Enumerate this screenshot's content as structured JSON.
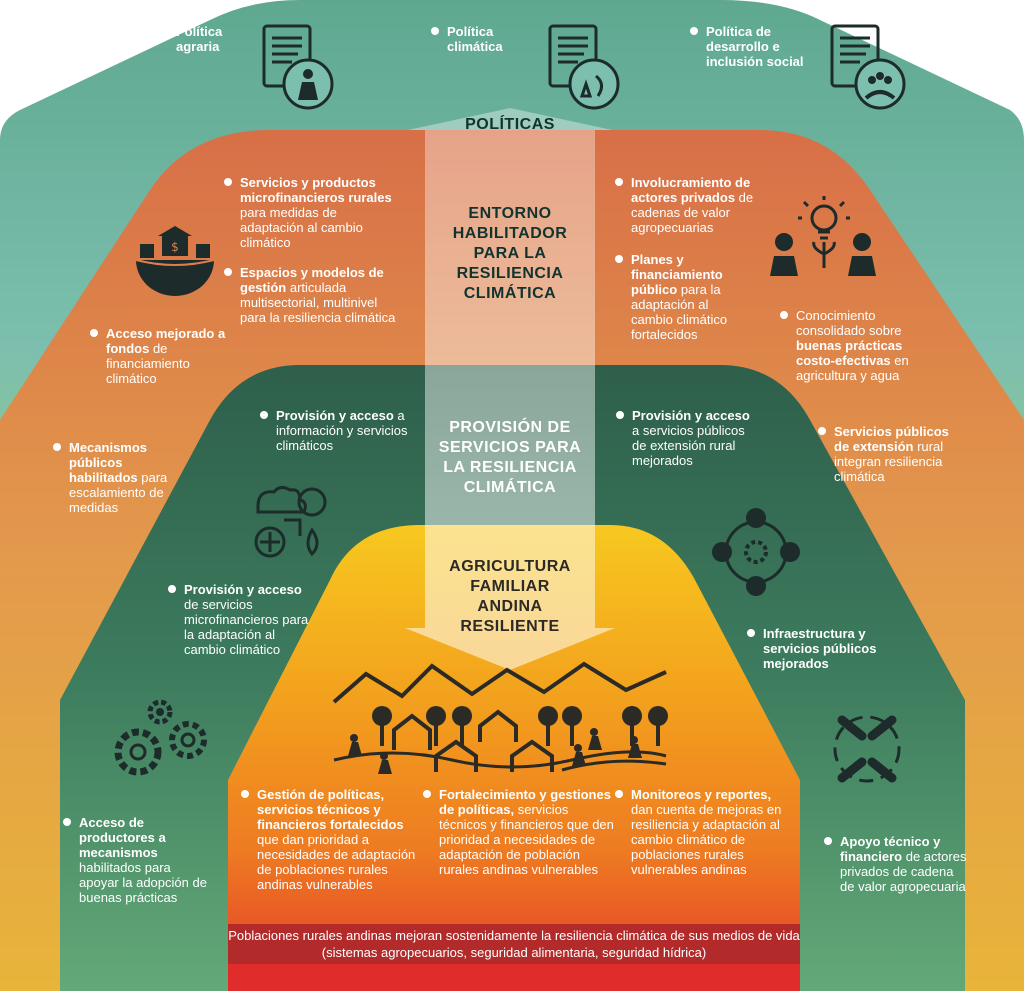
{
  "headings": {
    "politicas": "POLÍTICAS",
    "entorno": [
      "ENTORNO",
      "HABILITADOR",
      "PARA LA",
      "RESILIENCIA",
      "CLIMÁTICA"
    ],
    "provision": [
      "PROVISIÓN DE",
      "SERVICIOS PARA",
      "LA RESILIENCIA",
      "CLIMÁTICA"
    ],
    "agricultura": [
      "AGRICULTURA",
      "FAMILIAR",
      "ANDINA",
      "RESILIENTE"
    ]
  },
  "policies": [
    {
      "bold": [
        "Política",
        "agraria"
      ],
      "icon": "farmer-document-icon"
    },
    {
      "bold": [
        "Política",
        "climática"
      ],
      "icon": "nature-document-icon"
    },
    {
      "bold": [
        "Política de",
        "desarrollo e",
        "inclusión social"
      ],
      "icon": "community-document-icon"
    }
  ],
  "entorno_items": {
    "servicios_micro": {
      "bold": "Servicios y productos microfinancieros rurales",
      "normal": " para medidas de adaptación al cambio climático"
    },
    "espacios": {
      "bold": "Espacios y modelos de gestión",
      "normal": " articulada multisectorial, multinivel para la resiliencia climática"
    },
    "acceso_fondos": {
      "bold": "Acceso mejorado a fondos",
      "normal": " de financiamiento climático"
    },
    "involucramiento": {
      "bold": "Involucramiento de actores privados",
      "normal": " de cadenas de valor agropecuarias"
    },
    "planes": {
      "bold": "Planes y financiamiento público",
      "normal": " para la adaptación al cambio climático fortalecidos"
    },
    "conocimiento": {
      "pre": "Conocimiento consolidado sobre ",
      "bold": "buenas prácticas costo-efectivas",
      "normal": " en agricultura y agua"
    },
    "mecanismos": {
      "bold": "Mecanismos públicos habilitados",
      "normal": " para escalamiento de medidas"
    },
    "servicios_ext": {
      "bold": "Servicios públicos de extensión",
      "normal": " rural integran resiliencia climática"
    }
  },
  "provision_items": {
    "info": {
      "bold": "Provisión y acceso",
      "normal": " a información y servicios climáticos"
    },
    "extension": {
      "bold": "Provisión y acceso",
      "normal": " a servicios públicos de extensión rural mejorados"
    },
    "micro": {
      "bold": "Provisión y acceso",
      "normal": " de servicios microfinancieros para la adaptación al cambio climático"
    },
    "infra": {
      "bold": "Infraestructura y servicios públicos mejorados",
      "normal": ""
    },
    "productores": {
      "bold": "Acceso de productores a mecanismos",
      "normal": " habilitados para apoyar la adopción de buenas prácticas"
    },
    "apoyo": {
      "bold": "Apoyo técnico y financiero",
      "normal": " de actores privados de cadena de valor agropecuaria"
    }
  },
  "agri_items": {
    "gestion": {
      "bold": "Gestión de políticas, servicios técnicos y financieros fortalecidos",
      "normal": " que dan prioridad a necesidades de adaptación de poblaciones rurales andinas vulnerables"
    },
    "fortalecimiento": {
      "bold": "Fortalecimiento y gestiones de políticas,",
      "normal": " servicios técnicos y financieros que den prioridad a necesidades de adaptación de población rurales andinas vulnerables"
    },
    "monitoreo": {
      "bold": "Monitoreos  y reportes,",
      "normal": " dan cuenta de mejoras en resiliencia y adaptación al cambio climático de poblaciones rurales vulnerables andinas"
    }
  },
  "banner": "Poblaciones rurales andinas mejoran sostenidamente  la resiliencia climática de sus medios de vida (sistemas agropecuarios, seguridad alimentaria, seguridad hídrica)",
  "colors": {
    "teal": "#7cbfae",
    "orange": "#e07d4c",
    "green": "#3b7a5c",
    "yellow": "#f6c51e",
    "red": "#e12c2c",
    "dark": "#1d2b2b"
  }
}
